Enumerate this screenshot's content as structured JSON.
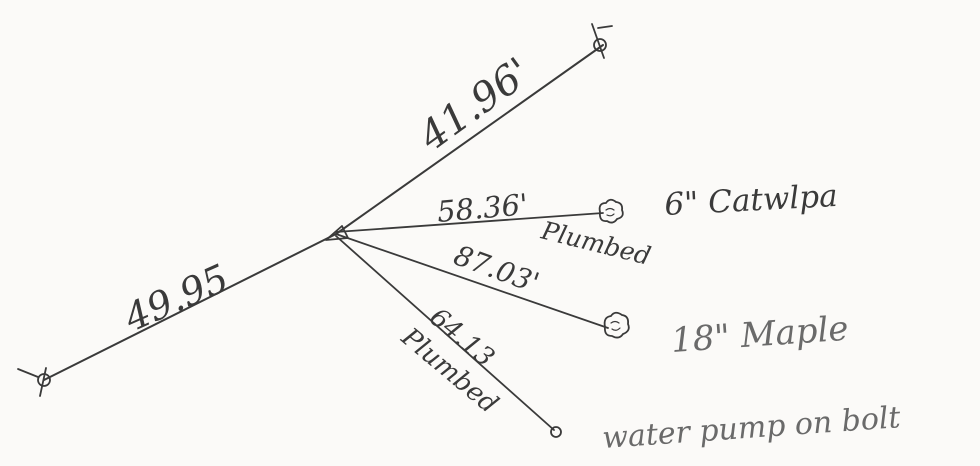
{
  "measurements": {
    "northeast_distance": "41.96'",
    "southwest_distance": "49.95",
    "east_distance": "58.36'",
    "east_note": "Plumbed",
    "southeast_distance": "87.03'",
    "south_distance": "64.13",
    "south_note": "Plumbed"
  },
  "features": {
    "east_tree": "6\" Catwlpa",
    "southeast_tree": "18\" Maple",
    "south_marker": "water pump on bolt"
  }
}
